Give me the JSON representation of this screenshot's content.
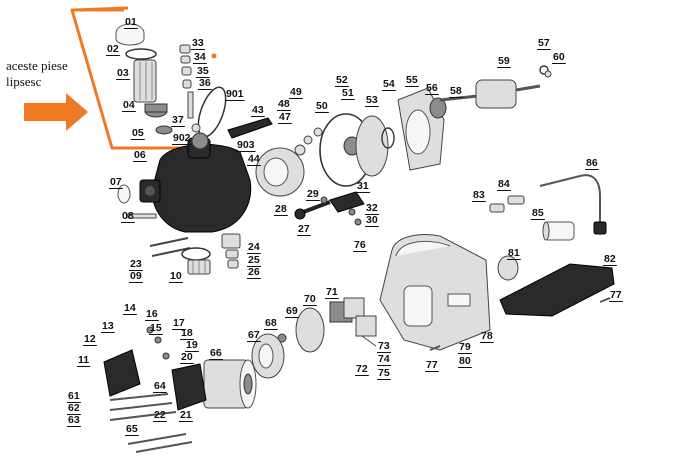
{
  "annotation": {
    "line1": "aceste piese",
    "line2": "lipsesc",
    "color": "#f07a24"
  },
  "part_numbers": {
    "p01": "01",
    "p02": "02",
    "p03": "03",
    "p04": "04",
    "p05": "05",
    "p06": "06",
    "p07": "07",
    "p08": "08",
    "p09": "09",
    "p10": "10",
    "p11": "11",
    "p12": "12",
    "p13": "13",
    "p14": "14",
    "p15": "15",
    "p16": "16",
    "p17": "17",
    "p18": "18",
    "p19": "19",
    "p20": "20",
    "p21": "21",
    "p22": "22",
    "p23": "23",
    "p24": "24",
    "p25": "25",
    "p26": "26",
    "p27": "27",
    "p28": "28",
    "p29": "29",
    "p30": "30",
    "p31": "31",
    "p32": "32",
    "p33": "33",
    "p34": "34",
    "p35": "35",
    "p36": "36",
    "p37": "37",
    "p43": "43",
    "p44": "44",
    "p47": "47",
    "p48": "48",
    "p49": "49",
    "p50": "50",
    "p51": "51",
    "p52": "52",
    "p53": "53",
    "p54": "54",
    "p55": "55",
    "p56": "56",
    "p57": "57",
    "p58": "58",
    "p59": "59",
    "p60": "60",
    "p61": "61",
    "p62": "62",
    "p63": "63",
    "p64": "64",
    "p65": "65",
    "p66": "66",
    "p67": "67",
    "p68": "68",
    "p69": "69",
    "p70": "70",
    "p71": "71",
    "p72": "72",
    "p73": "73",
    "p74": "74",
    "p75": "75",
    "p76": "76",
    "p77a": "77",
    "p77b": "77",
    "p78": "78",
    "p79": "79",
    "p80": "80",
    "p81": "81",
    "p82": "82",
    "p83": "83",
    "p84": "84",
    "p85": "85",
    "p86": "86",
    "p901": "901",
    "p902": "902",
    "p903": "903"
  }
}
